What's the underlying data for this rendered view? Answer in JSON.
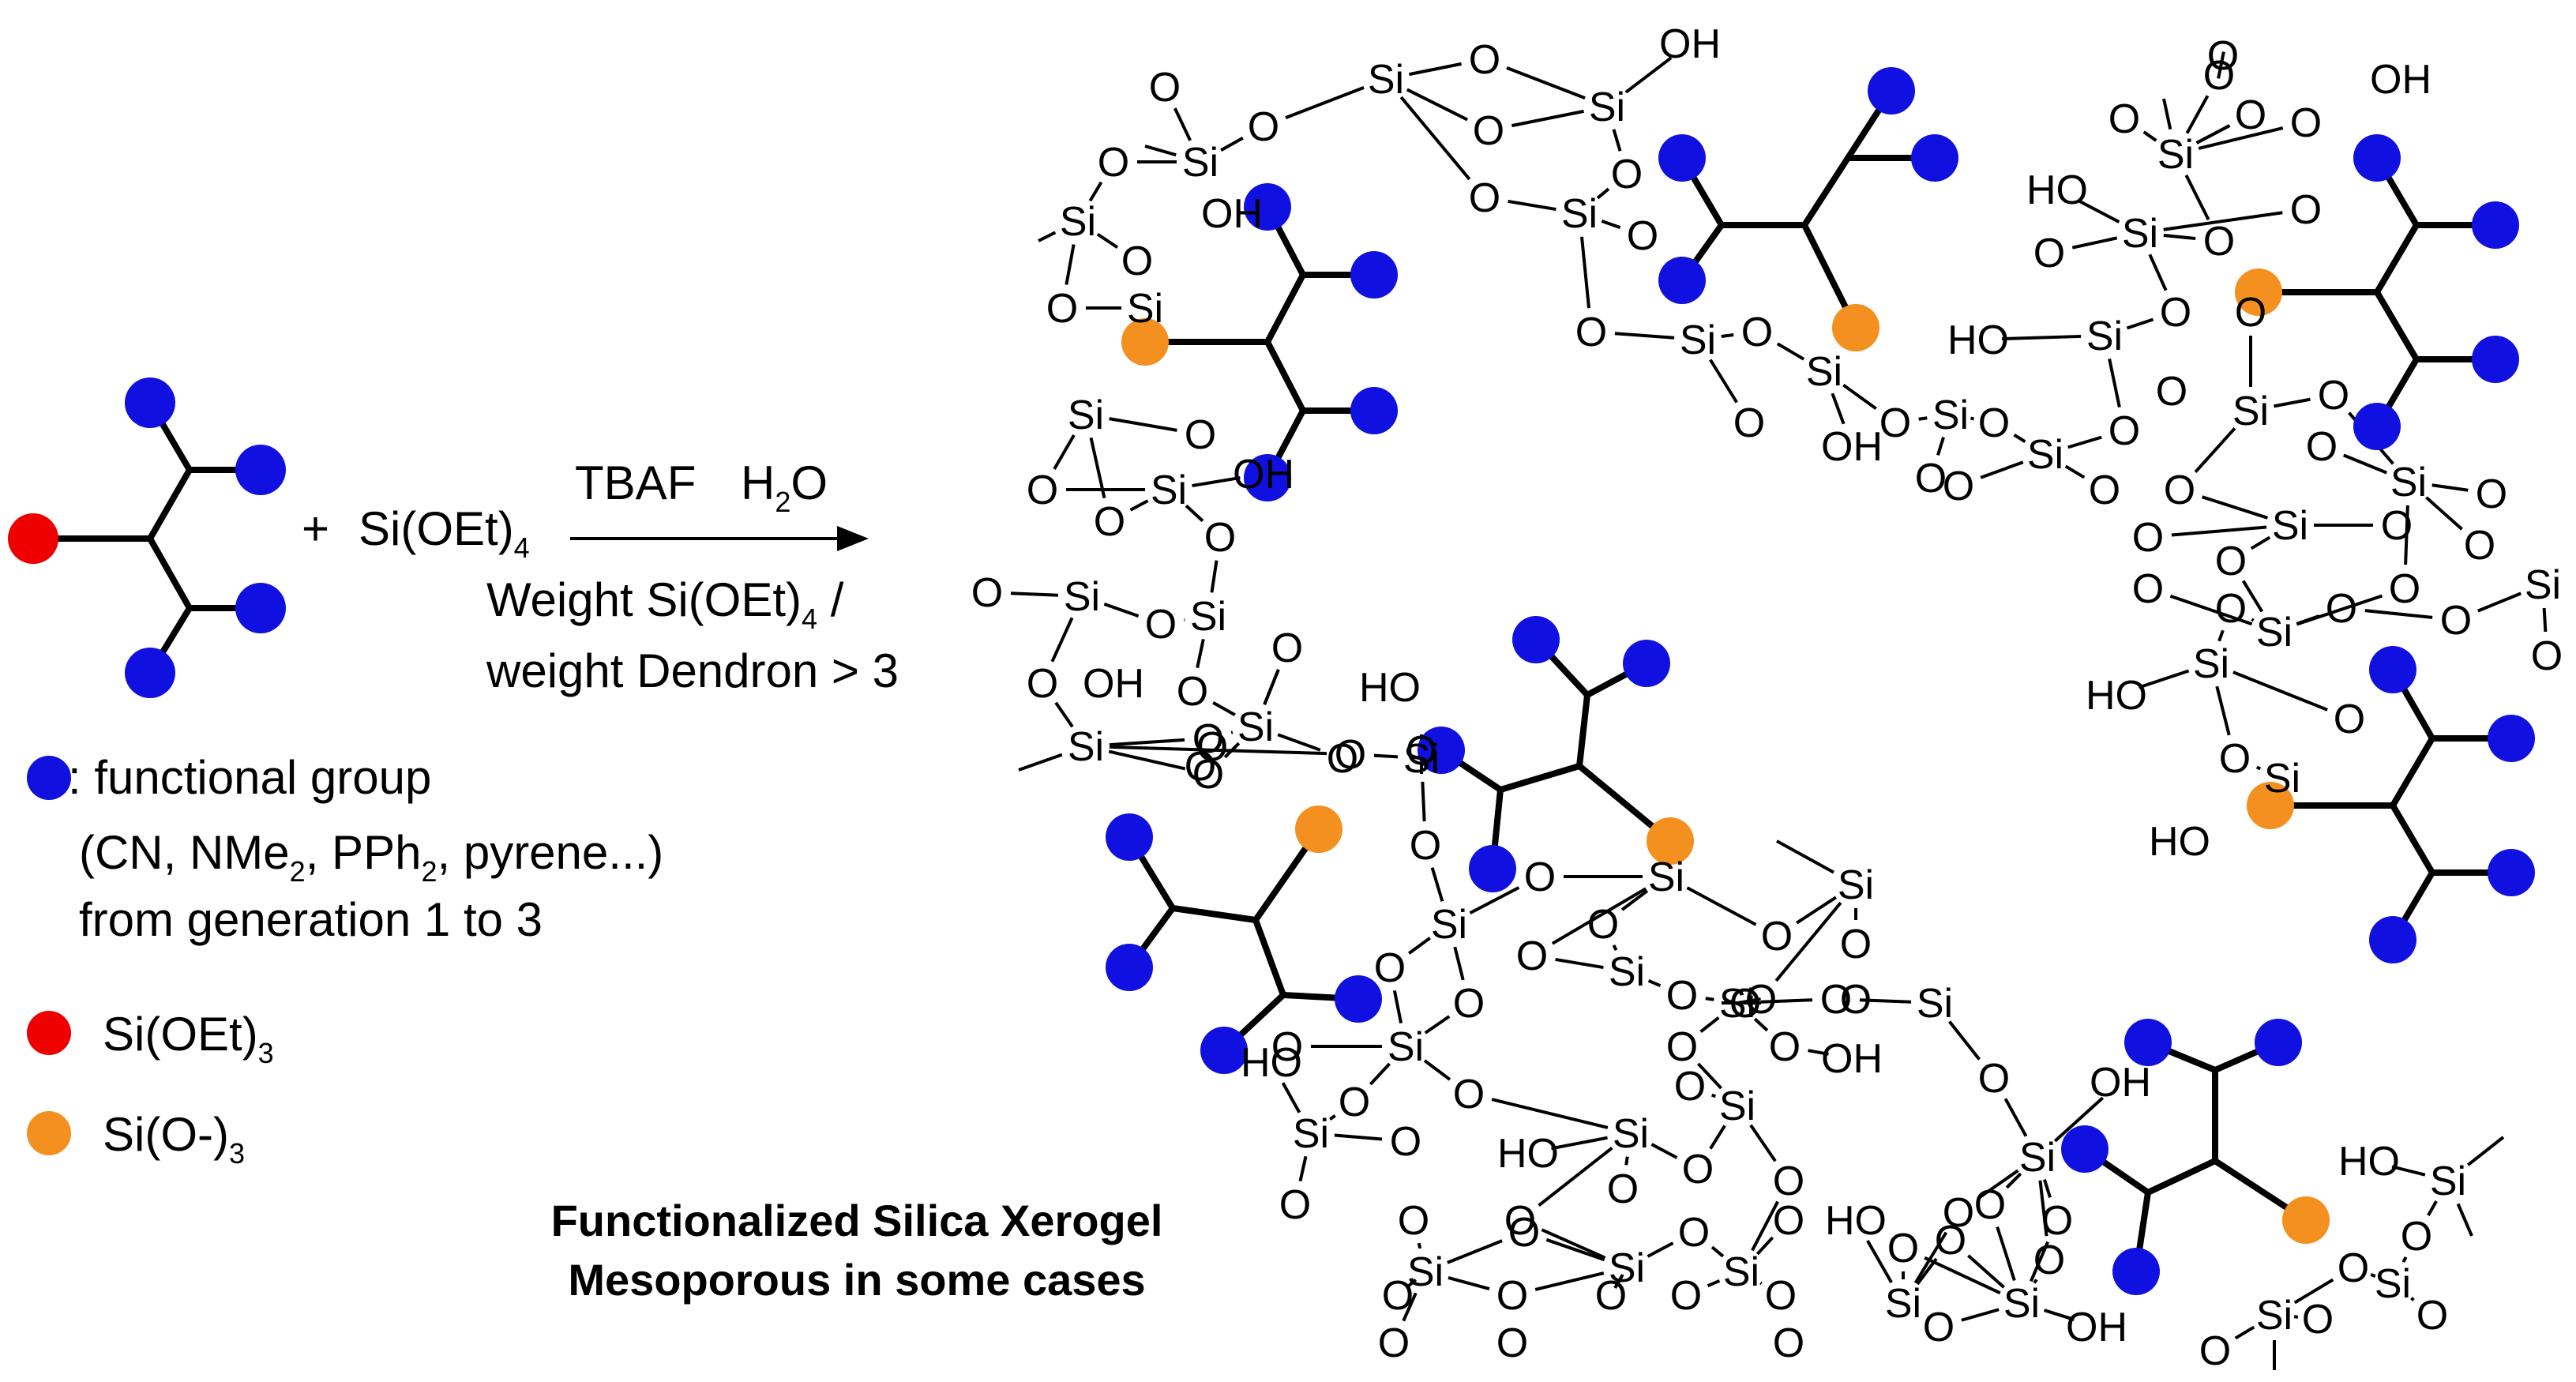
{
  "colors": {
    "functional_group": "#1010e0",
    "si_oet3": "#ee0000",
    "si_o3": "#f39020",
    "bond": "#000000"
  },
  "reaction": {
    "plus": "+",
    "reagent_main": "Si(OEt)",
    "reagent_sub": "4",
    "cond_tbaf": "TBAF",
    "cond_h2o_pre": "H",
    "cond_h2o_sub": "2",
    "cond_h2o_post": "O",
    "ratio_l1_pre": "Weight Si(OEt)",
    "ratio_l1_sub": "4",
    "ratio_l1_post": " /",
    "ratio_l2": "weight Dendron > 3"
  },
  "legend": {
    "functional_group_label": ": functional group",
    "examples_a": "(CN, NMe",
    "examples_sub1": "2",
    "examples_b": ", PPh",
    "examples_sub2": "2",
    "examples_c": ", pyrene...)",
    "generation": "from generation 1 to 3",
    "si_oet3_main": "Si(OEt)",
    "si_oet3_sub": "3",
    "si_o3_main": "Si(O-)",
    "si_o3_sub": "3"
  },
  "caption": {
    "line1": "Functionalized Silica Xerogel",
    "line2": "Mesoporous in some cases"
  },
  "atoms": {
    "si": "Si",
    "o": "O",
    "oh": "OH",
    "ho": "HO"
  }
}
